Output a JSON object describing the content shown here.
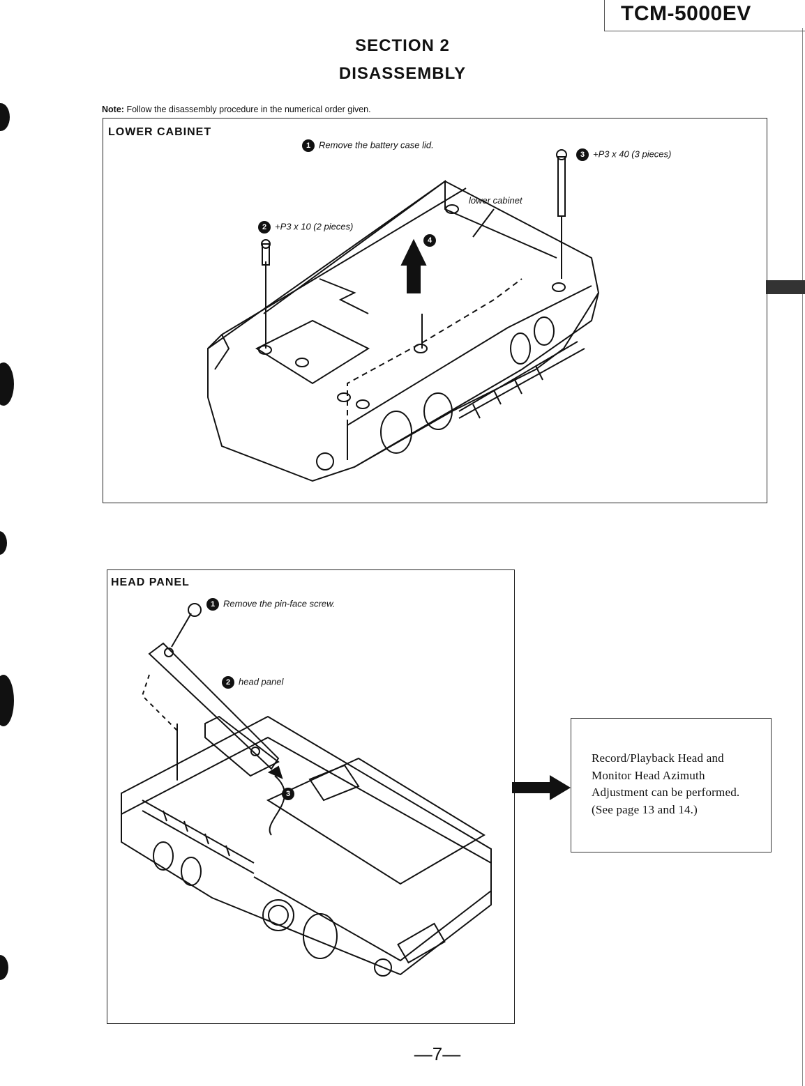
{
  "header": {
    "model": "TCM-5000EV",
    "section": "SECTION 2",
    "title": "DISASSEMBLY"
  },
  "note": {
    "label": "Note:",
    "text": "Follow the disassembly procedure in the numerical order given."
  },
  "lower_cabinet": {
    "title": "LOWER CABINET",
    "steps": [
      {
        "num": "1",
        "text": "Remove the battery case lid."
      },
      {
        "num": "2",
        "text": "+P3 x 10 (2 pieces)"
      },
      {
        "num": "3",
        "text": "+P3 x 40 (3 pieces)"
      },
      {
        "num": "4",
        "text": ""
      }
    ],
    "part_label": "lower cabinet"
  },
  "head_panel": {
    "title": "HEAD PANEL",
    "steps": [
      {
        "num": "1",
        "text": "Remove the pin-face screw."
      },
      {
        "num": "2",
        "text": "head panel"
      },
      {
        "num": "3",
        "text": ""
      }
    ]
  },
  "side_note": {
    "text": "Record/Playback Head and Monitor Head Azimuth Adjustment can be performed. (See page 13 and 14.)"
  },
  "page_number": "—7—"
}
